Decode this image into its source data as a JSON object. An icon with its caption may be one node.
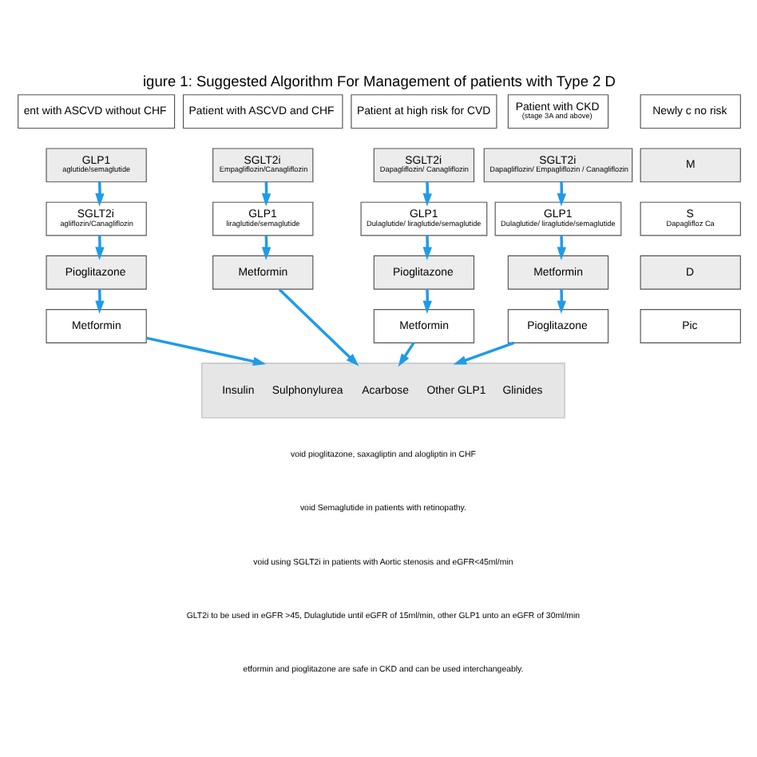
{
  "diagram": {
    "title": "igure 1: Suggested Algorithm For Management of patients with Type 2 D",
    "nodes": [
      {
        "text": [
          "ent with ASCVD without CHF"
        ]
      },
      {
        "text": [
          "GLP1",
          "aglutide/semaglutide"
        ]
      },
      {
        "text": [
          "SGLT2i",
          "agliflozin/Canagliflozin"
        ]
      },
      {
        "text": [
          "Pioglitazone"
        ]
      },
      {
        "text": [
          "Metformin"
        ]
      },
      {
        "text": [
          "Patient with ASCVD and CHF"
        ]
      },
      {
        "text": [
          "SGLT2i",
          "Empagliflozin/Canagliflozin"
        ]
      },
      {
        "text": [
          "GLP1",
          "liraglutide/semaglutide"
        ]
      },
      {
        "text": [
          "Metformin"
        ]
      },
      {
        "text": [
          "Patient at high risk for CVD"
        ]
      },
      {
        "text": [
          "SGLT2i",
          "Dapagliflozin/ Canagliflozin"
        ]
      },
      {
        "text": [
          "GLP1",
          "Dulaglutide/ liraglutide/semaglutide"
        ]
      },
      {
        "text": [
          "Pioglitazone"
        ]
      },
      {
        "text": [
          "Metformin"
        ]
      },
      {
        "text": [
          "Patient with CKD",
          "(stage 3A and above)"
        ]
      },
      {
        "text": [
          "SGLT2i",
          "Dapagliflozin/ Empagliflozin / Canagliflozin"
        ]
      },
      {
        "text": [
          "GLP1",
          "Dulaglutide/ liraglutide/semaglutide"
        ]
      },
      {
        "text": [
          "Metformin"
        ]
      },
      {
        "text": [
          "Pioglitazone"
        ]
      },
      {
        "text": [
          "Newly c no risk"
        ]
      },
      {
        "text": [
          "M"
        ]
      },
      {
        "text": [
          "S",
          "Dapaglifloz Ca"
        ]
      },
      {
        "text": [
          "D"
        ]
      },
      {
        "text": [
          "Pic"
        ]
      },
      {
        "text": [
          "Insulin",
          "Sulphonylurea",
          "Acarbose",
          "Other GLP1",
          "Glinides"
        ]
      }
    ],
    "edges": [
      {
        "from": 1,
        "to": 2,
        "arrow": "to"
      },
      {
        "from": 2,
        "to": 3,
        "arrow": "to"
      },
      {
        "from": 3,
        "to": 4,
        "arrow": "to"
      },
      {
        "from": 6,
        "to": 7,
        "arrow": "to"
      },
      {
        "from": 7,
        "to": 8,
        "arrow": "to"
      },
      {
        "from": 10,
        "to": 11,
        "arrow": "to"
      },
      {
        "from": 11,
        "to": 12,
        "arrow": "to"
      },
      {
        "from": 12,
        "to": 13,
        "arrow": "to"
      },
      {
        "from": 15,
        "to": 16,
        "arrow": "to"
      },
      {
        "from": 16,
        "to": 17,
        "arrow": "to"
      },
      {
        "from": 17,
        "to": 18,
        "arrow": "to"
      },
      {
        "from": 4,
        "to": 24,
        "arrow": "to"
      },
      {
        "from": 8,
        "to": 24,
        "arrow": "to"
      },
      {
        "from": 13,
        "to": 24,
        "arrow": "to"
      },
      {
        "from": 18,
        "to": 24,
        "arrow": "to"
      }
    ],
    "labels": [
      "void pioglitazone, saxagliptin and alogliptin in CHF",
      "void Semaglutide in patients with retinopathy.",
      "void using SGLT2i in patients with Aortic stenosis and eGFR<45ml/min",
      "GLT2i to be used in eGFR >45, Dulaglutide until eGFR of 15ml/min, other GLP1 unto an eGFR of 30ml/min",
      "etformin and pioglitazone are safe in CKD and can be used interchangeably."
    ]
  }
}
